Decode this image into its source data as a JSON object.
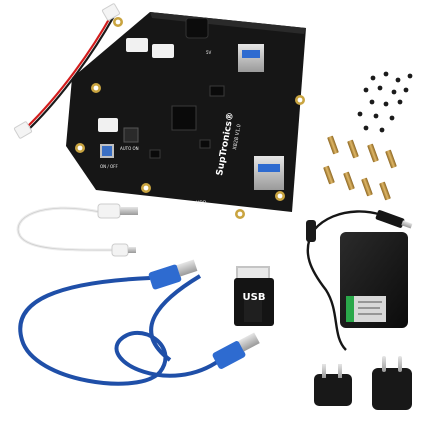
{
  "board": {
    "brand": "SupTronics®",
    "model": "X828 V1.0",
    "label_hdd": "HDD",
    "label_auto": "AUTO ON",
    "label_onoff": "ON / OFF",
    "label_5v": "5V"
  },
  "usb_adapter": {
    "label": "USB"
  },
  "colors": {
    "pcb": "#161616",
    "cable_blue": "#1f4fa8",
    "usb_blue": "#2e6bd0",
    "button_blue": "#3a6fc4",
    "adapter_black": "#141414",
    "white_cable": "#ececec",
    "standoff_brass": "#b58a3c",
    "wire_red": "#d21d1d"
  },
  "icons": [
    "power-button-icon",
    "usb-connector-icon",
    "screw-icon",
    "standoff-icon"
  ]
}
